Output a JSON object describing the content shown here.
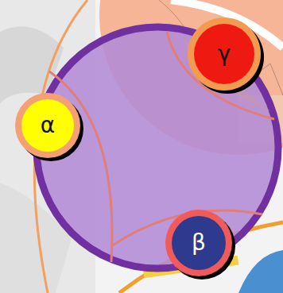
{
  "diagram": {
    "nodes": [
      {
        "text": [
          "γ"
        ]
      },
      {
        "text": [
          "α"
        ]
      },
      {
        "text": [
          "β"
        ]
      }
    ]
  }
}
